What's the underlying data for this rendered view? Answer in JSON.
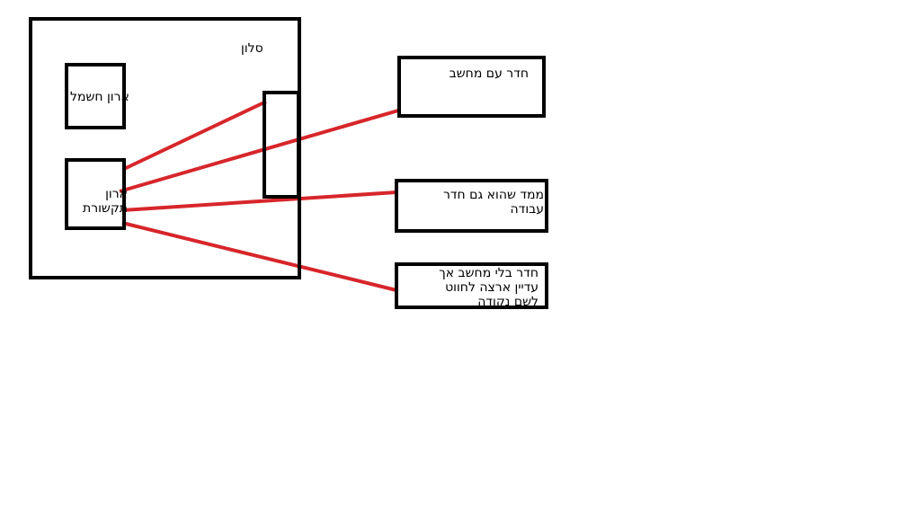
{
  "diagram": {
    "colors": {
      "outline": "#000000",
      "cable": "#d7262b",
      "background": "#ffffff"
    },
    "labels": {
      "salon": "סלון",
      "electric_cabinet": "ארון חשמל",
      "comm_cabinet": "ארון תקשורת",
      "room_with_computer": "חדר עם מחשב",
      "safe_room": "ממד שהוא גם חדר\nעבודה",
      "room_no_computer": "חדר בלי מחשב אך\nעדיין ארצה לחווט\nלשם נקודה"
    }
  }
}
